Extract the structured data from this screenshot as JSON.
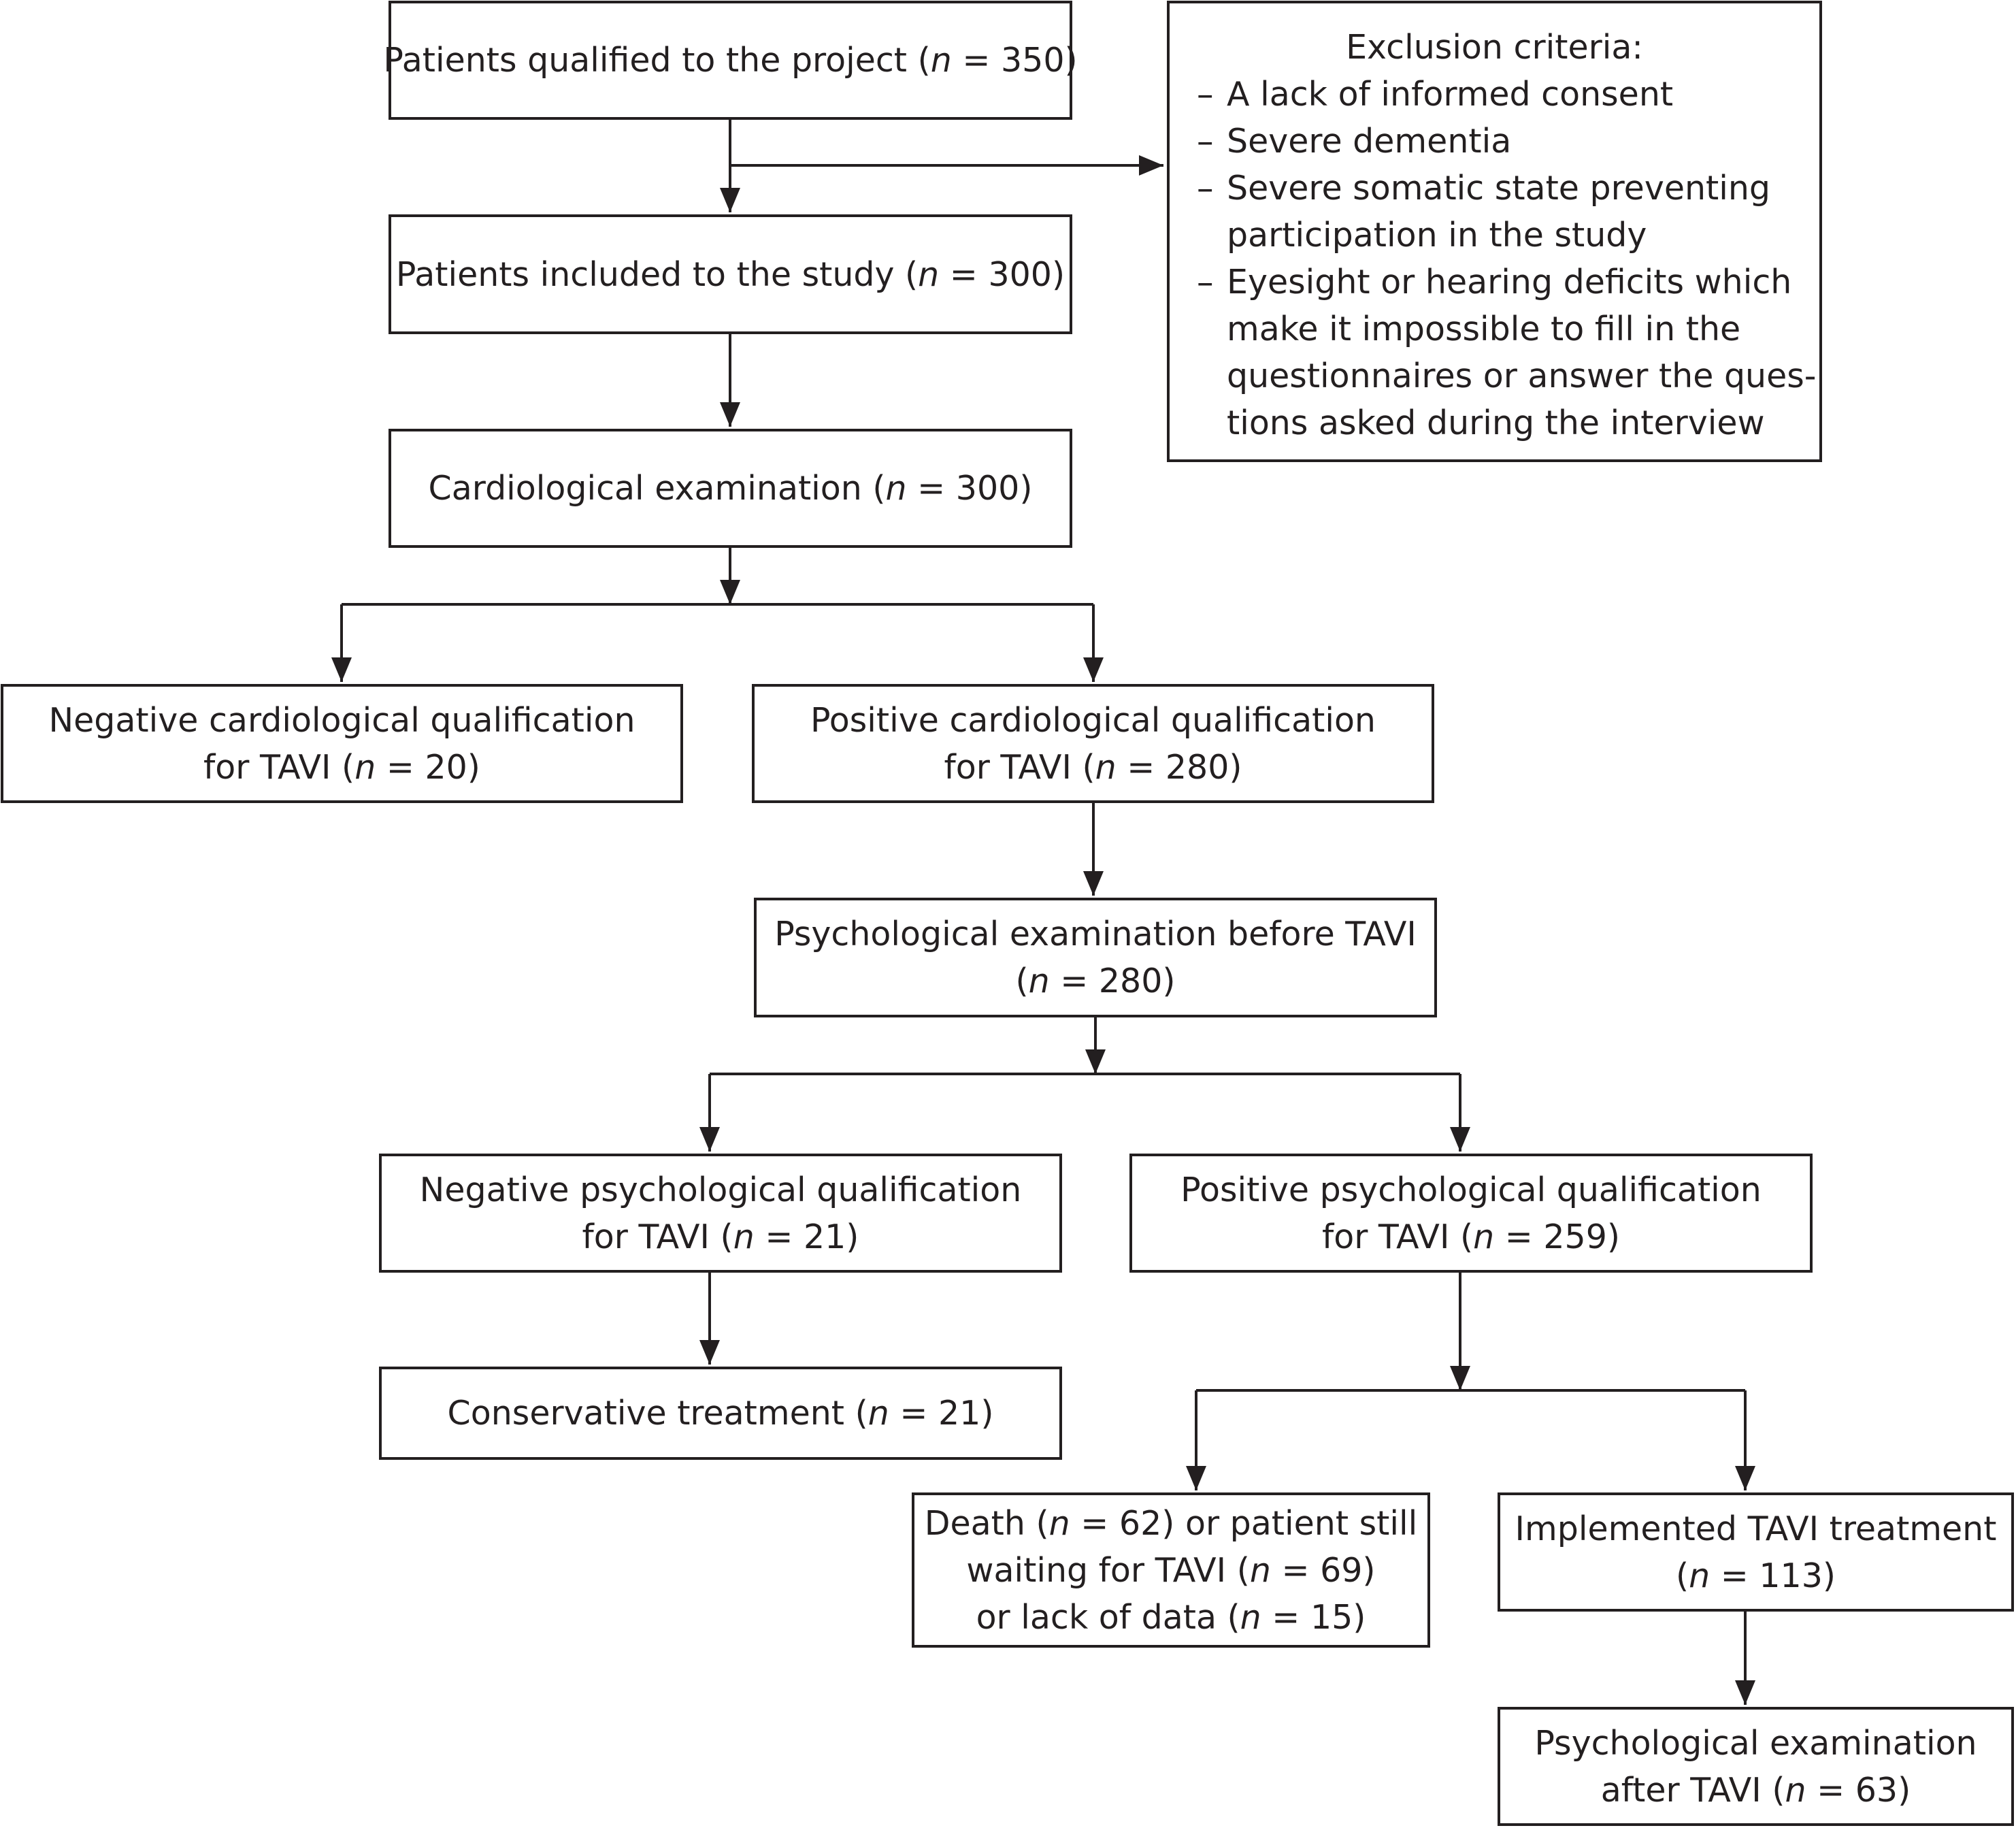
{
  "boxes": {
    "qualified": [
      "Patients qualified to the project (",
      "n",
      " = 350)"
    ],
    "included": [
      "Patients included to the study (",
      "n",
      " = 300)"
    ],
    "cardio_exam": [
      "Cardiological examination (",
      "n",
      " = 300)"
    ],
    "neg_cardio": {
      "line1": "Negative cardiological qualification",
      "line2": [
        "for TAVI (",
        "n",
        " = 20)"
      ]
    },
    "pos_cardio": {
      "line1": "Positive cardiological qualification",
      "line2": [
        "for TAVI (",
        "n",
        " = 280)"
      ]
    },
    "psych_exam": {
      "line1": "Psychological examination before TAVI",
      "line2": [
        "(",
        "n",
        " = 280)"
      ]
    },
    "neg_psych": {
      "line1": "Negative psychological qualification",
      "line2": [
        "for TAVI (",
        "n",
        " = 21)"
      ]
    },
    "pos_psych": {
      "line1": "Positive psychological qualification",
      "line2": [
        "for TAVI (",
        "n",
        " = 259)"
      ]
    },
    "conservative": [
      "Conservative treatment (",
      "n",
      " = 21)"
    ],
    "death": {
      "line1": [
        "Death (",
        "n",
        " = 62) or patient still"
      ],
      "line2": [
        "waiting for TAVI (",
        "n",
        " = 69)"
      ],
      "line3": [
        "or lack of data (",
        "n",
        " = 15)"
      ]
    },
    "implemented": {
      "line1": "Implemented TAVI treatment",
      "line2": [
        "(",
        "n",
        " = 113)"
      ]
    },
    "psych_after": {
      "line1": "Psychological examination",
      "line2": [
        "after TAVI (",
        "n",
        " = 63)"
      ]
    }
  },
  "exclusion": {
    "title": "Exclusion criteria:",
    "dash": "–",
    "items": [
      [
        "A lack of informed consent"
      ],
      [
        "Severe dementia"
      ],
      [
        "Severe somatic state preventing",
        "participation in the study"
      ],
      [
        "Eyesight or hearing deficits which",
        "make it impossible to fill in the",
        "questionnaires or answer the ques-",
        "tions asked during the interview"
      ]
    ]
  },
  "colors": {
    "stroke": "#231f20",
    "background": "#ffffff"
  }
}
